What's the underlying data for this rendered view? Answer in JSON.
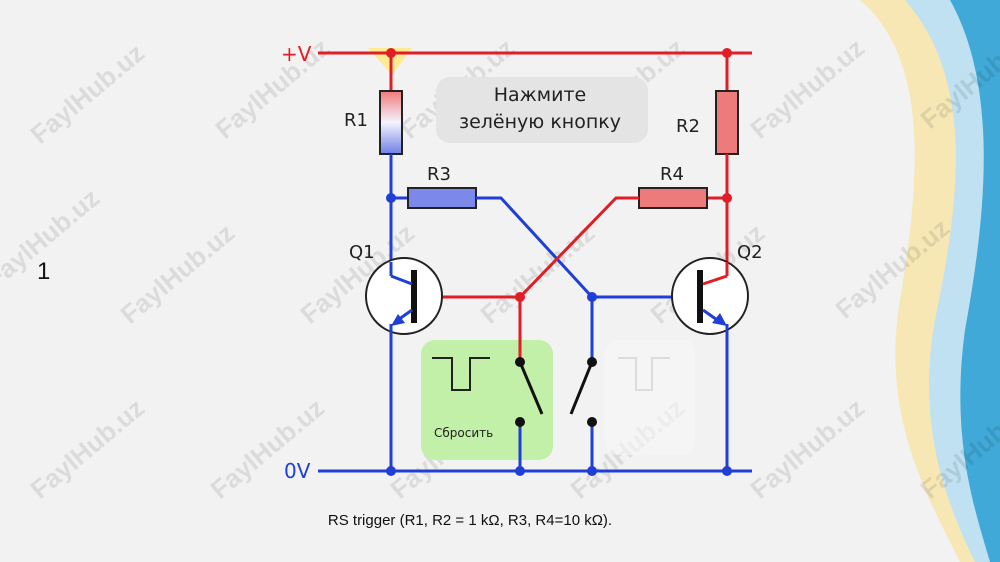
{
  "slide": {
    "number": "1",
    "caption": "RS trigger (R1, R2 = 1 kΩ, R3, R4=10 kΩ).",
    "watermark": "FaylHub.uz"
  },
  "circuit": {
    "supply_label": "+V",
    "ground_label": "0V",
    "resistors": [
      "R1",
      "R2",
      "R3",
      "R4"
    ],
    "transistors": [
      "Q1",
      "Q2"
    ],
    "hint": [
      "Нажмите",
      "зелёную кнопку"
    ],
    "reset_button_label": "Сбросить",
    "set_button_label": "",
    "colors": {
      "supply_rail": "#e01e25",
      "ground_rail": "#1f3fd6",
      "reset_button_bg": "#c2f0a8",
      "hint_bg": "#e4e4e4"
    }
  }
}
